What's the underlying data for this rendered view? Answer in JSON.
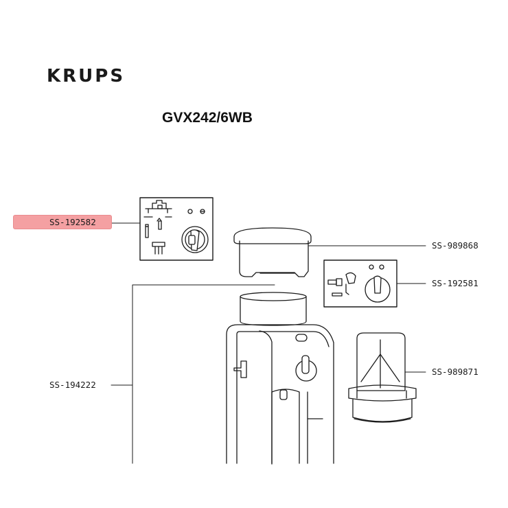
{
  "brand": "KRUPS",
  "model": "GVX242/6WB",
  "highlight_color": "#f4a0a2",
  "parts": [
    {
      "ref": "SS-192582",
      "highlighted": true
    },
    {
      "ref": "SS-989868",
      "highlighted": false
    },
    {
      "ref": "SS-192581",
      "highlighted": false
    },
    {
      "ref": "SS-194222",
      "highlighted": false
    },
    {
      "ref": "SS-989871",
      "highlighted": false
    }
  ]
}
